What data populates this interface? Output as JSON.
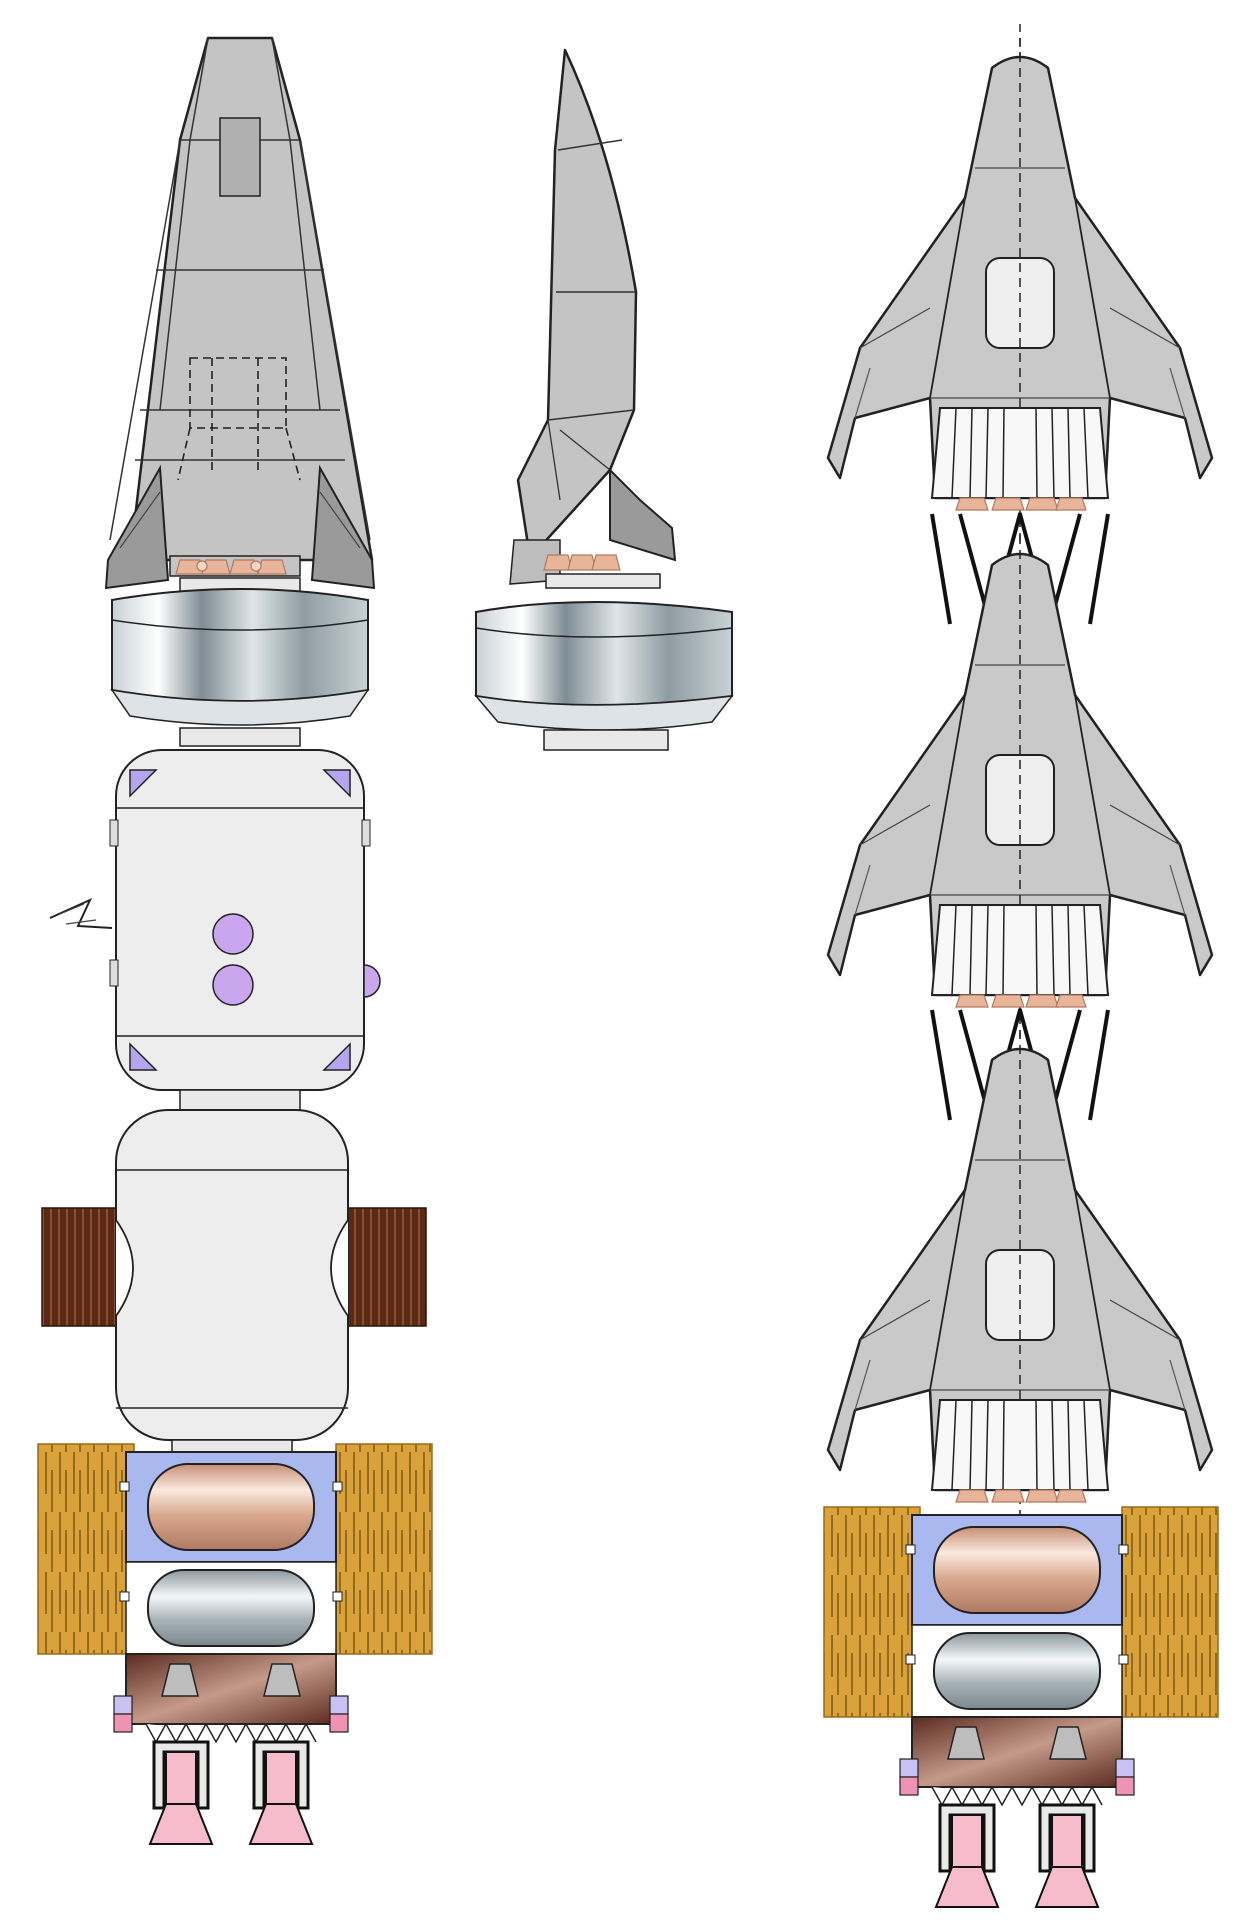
{
  "diagram": {
    "views": [
      {
        "id": "stack-front",
        "modules": [
          "spaceplane",
          "service-module",
          "habitat-module",
          "power-module",
          "propellant-stage",
          "engine-section"
        ]
      },
      {
        "id": "spaceplane-side"
      },
      {
        "id": "triple-spaceplane-stack",
        "spaceplanes": 3,
        "modules": [
          "propellant-stage",
          "engine-section"
        ]
      }
    ],
    "colors": {
      "hull": "#c4c4c4",
      "hull_dark": "#9a9a9a",
      "outline": "#222222",
      "nozzle_copper": "#e8b49a",
      "cylinder": "#9aa7ad",
      "module_white": "#ededed",
      "port_violet": "#c9a6ee",
      "triangle_violet": "#b3a6ee",
      "radiator_brown": "#5a2a14",
      "solar_gold": "#d9a23a",
      "frame_blue": "#aab8f0",
      "copper_tank": "#d8a88e",
      "steel_tank": "#a9b4ba",
      "engine_brown": "#6a3a2c",
      "nozzle_pink": "#f6bccb",
      "thruster_pink": "#f092b4",
      "thruster_lilac": "#c9c0f4"
    }
  }
}
